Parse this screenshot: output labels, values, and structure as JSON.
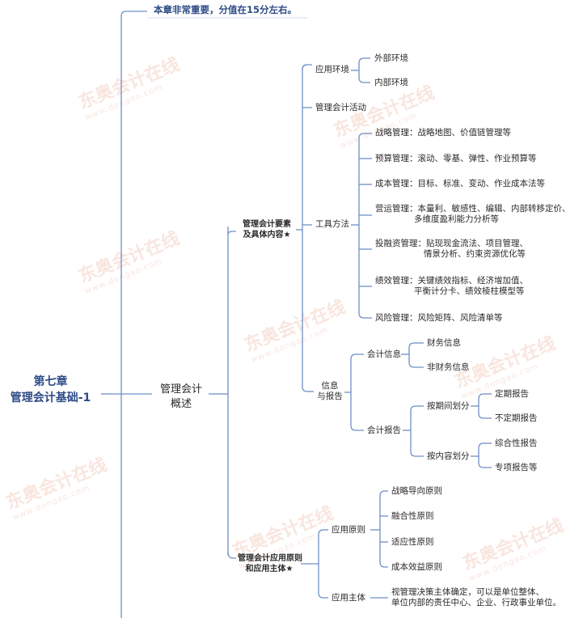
{
  "root": {
    "line1": "第七章",
    "line2": "管理会计基础-1"
  },
  "note": "本章非常重要，分值在15分左右。",
  "overview": {
    "line1": "管理会计",
    "line2": "概述"
  },
  "elements": {
    "line1": "管理会计要素",
    "line2": "及具体内容★"
  },
  "env": {
    "label": "应用环境",
    "external": "外部环境",
    "internal": "内部环境"
  },
  "activity": "管理会计活动",
  "tools": {
    "label": "工具方法",
    "items": [
      {
        "l1": "战略管理：战略地图、价值链管理等",
        "l2": ""
      },
      {
        "l1": "预算管理：滚动、零基、弹性、作业预算等",
        "l2": ""
      },
      {
        "l1": "成本管理：目标、标准、变动、作业成本法等",
        "l2": ""
      },
      {
        "l1": "营运管理：本量利、敏感性、编辑、内部转移定价、",
        "l2": "多维度盈利能力分析等"
      },
      {
        "l1": "投融资管理：贴现现金流法、项目管理、",
        "l2": "情景分析、约束资源优化等"
      },
      {
        "l1": "绩效管理：关键绩效指标、经济增加值、",
        "l2": "平衡计分卡、绩效棱柱模型等"
      },
      {
        "l1": "风险管理：风险矩阵、风险清单等",
        "l2": ""
      }
    ]
  },
  "info": {
    "l1": "信息",
    "l2": "与报告",
    "acct_info": "会计信息",
    "fin": "财务信息",
    "nonfin": "非财务信息",
    "acct_report": "会计报告",
    "by_period": "按期间划分",
    "regular": "定期报告",
    "irregular": "不定期报告",
    "by_content": "按内容划分",
    "comprehensive": "综合性报告",
    "special": "专项报告等"
  },
  "principles": {
    "line1": "管理会计应用原则",
    "line2": "和应用主体★"
  },
  "app_principles": {
    "label": "应用原则",
    "items": [
      "战略导向原则",
      "融合性原则",
      "适应性原则",
      "成本效益原则"
    ]
  },
  "app_subject": {
    "label": "应用主体",
    "l1": "视管理决策主体确定，可以是单位整体、",
    "l2": "单位内部的责任中心、企业、行政事业单位。"
  },
  "watermark": {
    "cn": "东奥会计在线",
    "en": "www.dongao.com"
  },
  "colors": {
    "line": "#6f8fc7",
    "root": "#2d4b86",
    "watermark": "#f4d2c4"
  }
}
